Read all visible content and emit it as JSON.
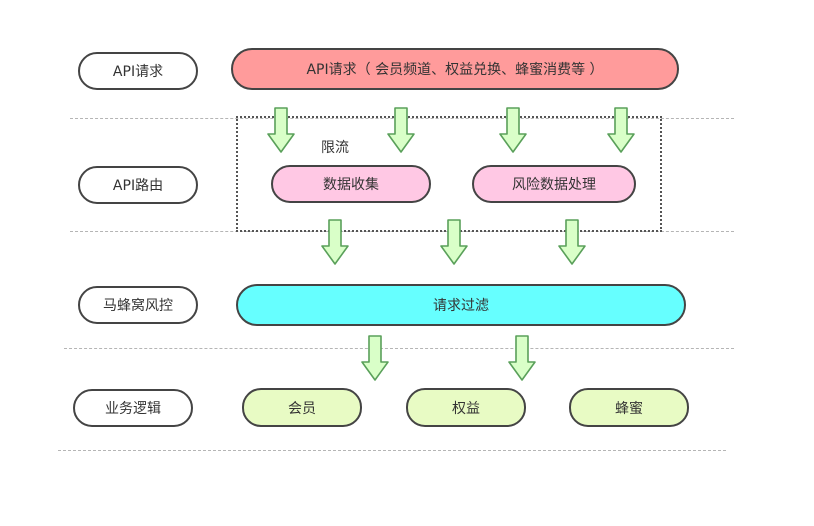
{
  "layers": {
    "api_request": "API请求",
    "api_routing": "API路由",
    "mafengwo_risk": "马蜂窝风控",
    "business_logic": "业务逻辑"
  },
  "nodes": {
    "api_request_main": "API请求（ 会员频道、权益兑换、蜂蜜消费等 ）",
    "rate_limit": "限流",
    "data_collection": "数据收集",
    "risk_data_processing": "风险数据处理",
    "request_filter": "请求过滤",
    "member": "会员",
    "rights": "权益",
    "honey": "蜂蜜"
  },
  "colors": {
    "api_request_fill": "#ff9b9b",
    "routing_fill": "#ffc8e4",
    "risk_fill": "#66ffff",
    "business_fill": "#e8fbc4",
    "arrow_fill": "#d9ffc8",
    "arrow_stroke": "#5aa05a"
  },
  "icons": {
    "arrow": "down-arrow-icon"
  }
}
